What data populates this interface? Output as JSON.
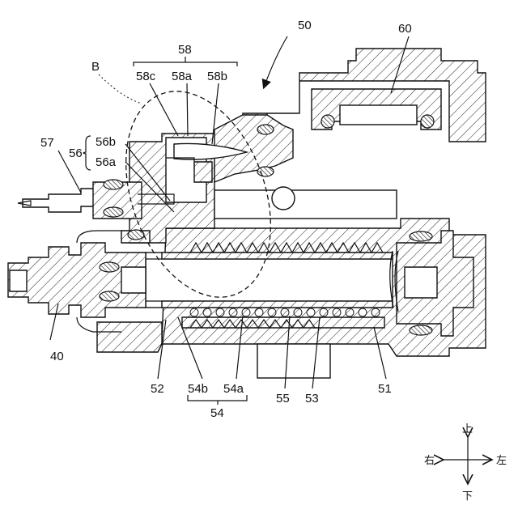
{
  "labels": {
    "l50": "50",
    "l60": "60",
    "l58": "58",
    "l58c": "58c",
    "l58a": "58a",
    "l58b": "58b",
    "lB": "B",
    "l57": "57",
    "l56": "56",
    "l56b": "56b",
    "l56a": "56a",
    "l40": "40",
    "l52": "52",
    "l54b": "54b",
    "l54a": "54a",
    "l54": "54",
    "l55": "55",
    "l53": "53",
    "l51": "51"
  },
  "compass": {
    "up": "上",
    "down": "下",
    "right": "右",
    "left": "左"
  }
}
